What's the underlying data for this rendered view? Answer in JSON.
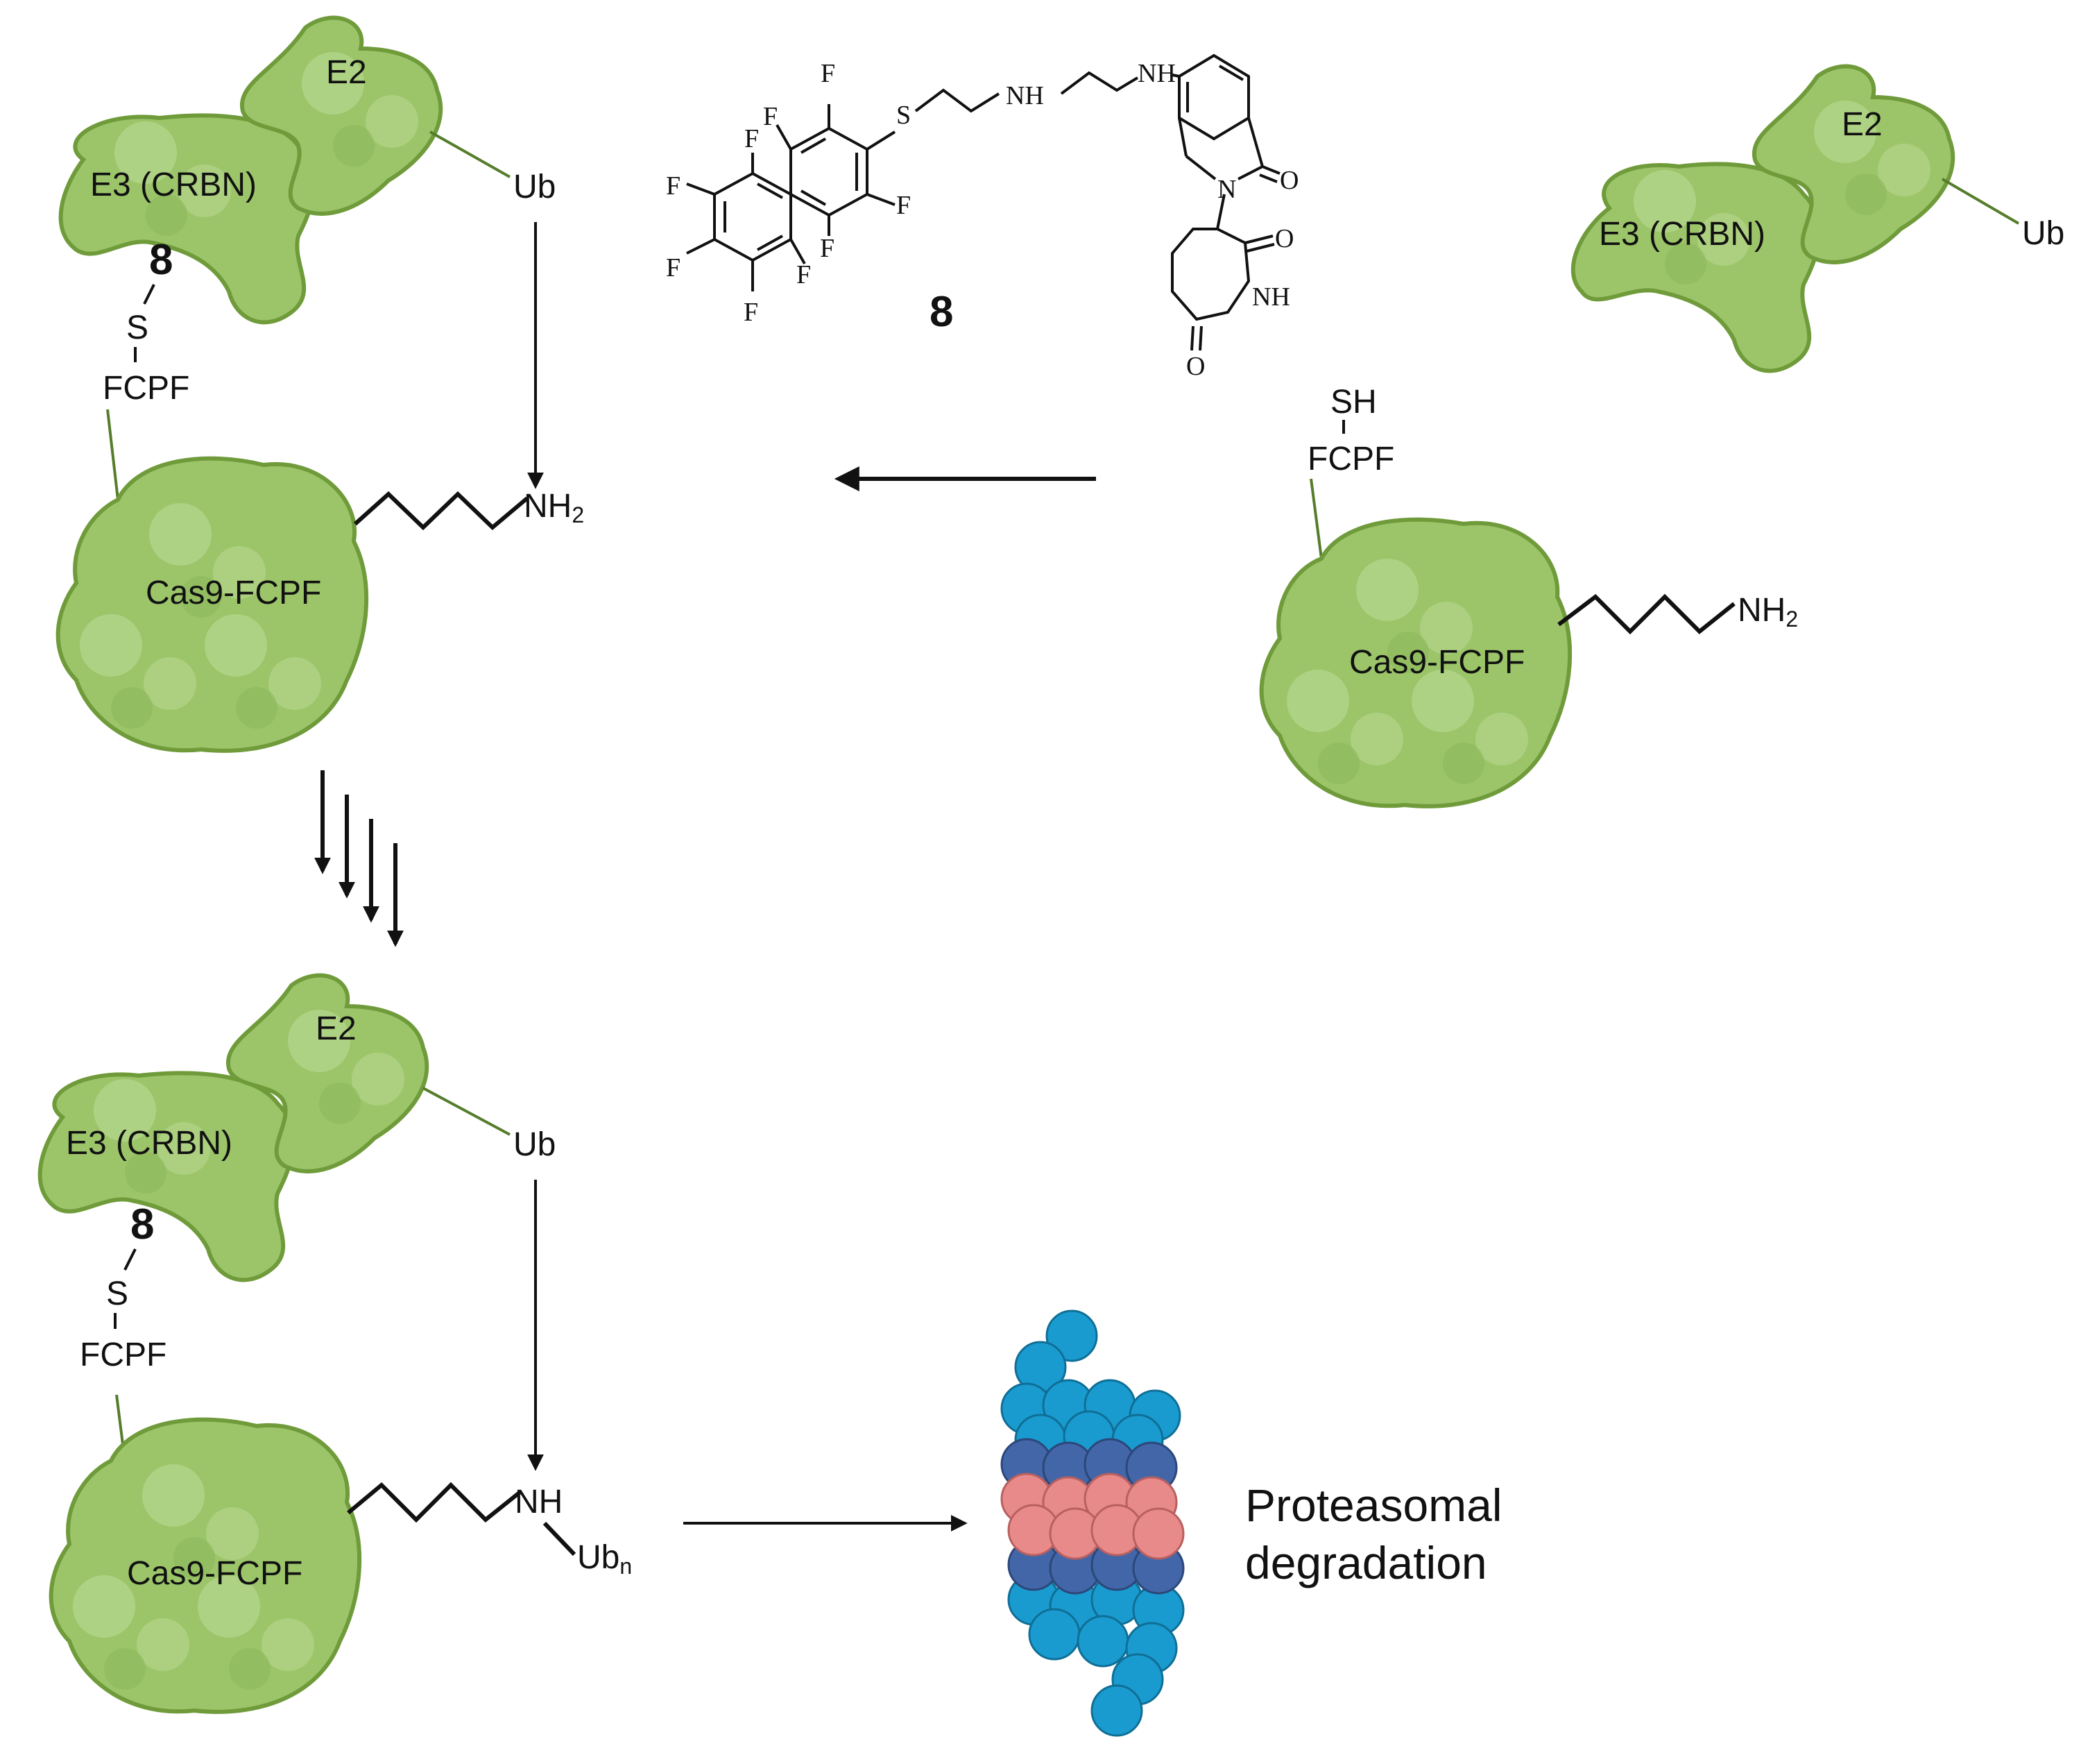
{
  "labels": {
    "e2": "E2",
    "e3": "E3 (CRBN)",
    "ub": "Ub",
    "ubn_base": "Ub",
    "ubn_sub": "n",
    "cas9": "Cas9-FCPF",
    "fcpf": "FCPF",
    "s": "S",
    "sh": "SH",
    "nh2_base": "NH",
    "nh2_sub": "2",
    "nh": "NH",
    "compound_number": "8",
    "proteasome_line1": "Proteasomal",
    "proteasome_line2": "degradation"
  },
  "molecule": {
    "fluorine": "F",
    "sulfur": "S",
    "amine": "NH",
    "nitrogen": "N",
    "oxygen": "O"
  },
  "colors": {
    "protein_fill": "#9cc56a",
    "protein_edge": "#6f9b3a",
    "proteasome_cyan": "#1a9bd0",
    "proteasome_navy": "#4266a8",
    "proteasome_pink": "#e98a8a"
  }
}
